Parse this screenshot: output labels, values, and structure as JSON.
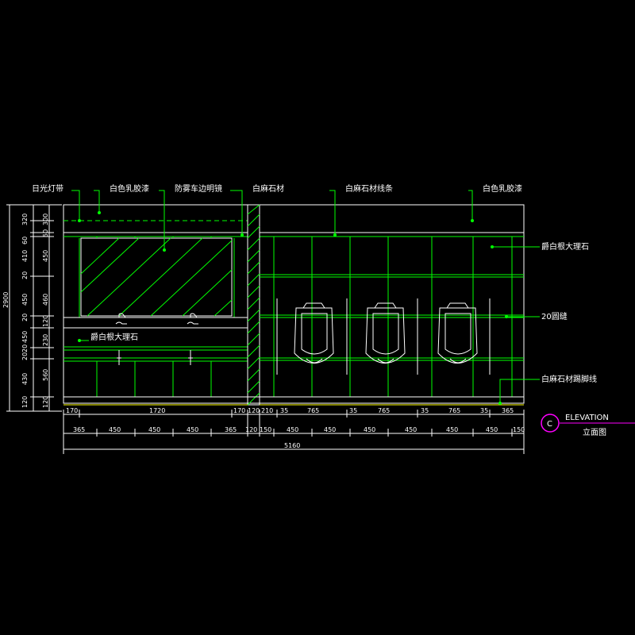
{
  "labels": {
    "top": [
      "日光灯带",
      "白色乳胶漆",
      "防雾车边明镜",
      "白麻石材",
      "白麻石材线条",
      "白色乳胶漆"
    ],
    "right": [
      "爵白根大理石",
      "20圆缝",
      "白麻石材踢脚线"
    ],
    "left_inner": "爵白根大理石"
  },
  "dims": {
    "left_total": "2900",
    "left": [
      "320",
      "300",
      "50",
      "60",
      "410",
      "20",
      "450",
      "460",
      "20",
      "450",
      "120",
      "20",
      "230",
      "450",
      "20",
      "560",
      "430",
      "120",
      "120"
    ],
    "bottom_row1": [
      "170",
      "1720",
      "170",
      "120",
      "210",
      "35",
      "765",
      "35",
      "765",
      "35",
      "765",
      "35",
      "365"
    ],
    "bottom_row2": [
      "365",
      "450",
      "450",
      "450",
      "365",
      "120",
      "150",
      "450",
      "450",
      "450",
      "450",
      "450",
      "450",
      "150"
    ],
    "bottom_total": "5160"
  },
  "title": {
    "symbol": "C",
    "en": "ELEVATION",
    "cn": "立面图"
  },
  "colors": {
    "background": "#000000",
    "lines": "#00ff00",
    "text": "#ffffff",
    "accent": "#ffff00",
    "symbol": "#ff00ff"
  }
}
